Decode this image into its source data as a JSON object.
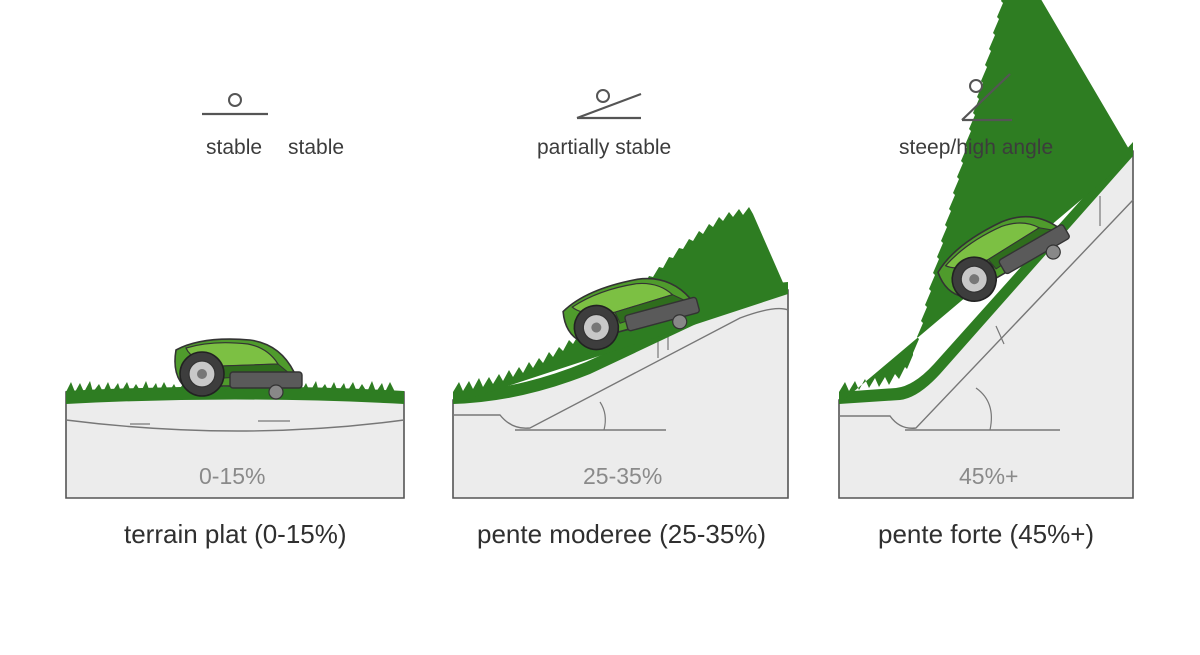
{
  "panels": [
    {
      "id": "flat",
      "stability_labels": [
        "stable",
        "stable"
      ],
      "percent_label": "0-15%",
      "caption": "terrain plat (0-15%)"
    },
    {
      "id": "moderate",
      "stability_labels": [
        "partially stable"
      ],
      "percent_label": "25-35%",
      "caption": "pente moderee (25-35%)"
    },
    {
      "id": "steep",
      "stability_labels": [
        "steep/high angle"
      ],
      "percent_label": "45%+",
      "caption": "pente forte (45%+)"
    }
  ],
  "colors": {
    "grass": "#2e7d22",
    "grass_dark": "#1f5e17",
    "mower_body": "#4f9b2c",
    "mower_light": "#7cc043",
    "mower_dark": "#2f6d1d",
    "ground_fill": "#ececec",
    "outline": "#555555",
    "icon_stroke": "#555555"
  },
  "icons": [
    "stable-ball-icon",
    "incline-ball-icon",
    "steep-ball-icon"
  ]
}
